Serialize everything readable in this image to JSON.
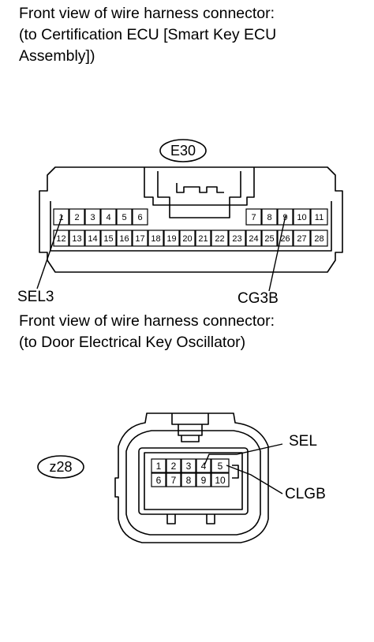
{
  "connector_e30": {
    "caption": [
      "Front view of wire harness connector:",
      "(to Certification ECU [Smart Key ECU",
      "Assembly])"
    ],
    "code": "E30",
    "top_row": [
      "1",
      "2",
      "3",
      "4",
      "5",
      "6",
      "7",
      "8",
      "9",
      "10",
      "11"
    ],
    "bottom_row": [
      "12",
      "13",
      "14",
      "15",
      "16",
      "17",
      "18",
      "19",
      "20",
      "21",
      "22",
      "23",
      "24",
      "25",
      "26",
      "27",
      "28"
    ],
    "callouts": [
      "SEL3",
      "CG3B"
    ]
  },
  "connector_z28": {
    "caption": [
      "Front view of wire harness connector:",
      "(to Door Electrical Key Oscillator)"
    ],
    "code": "z28",
    "top_row": [
      "1",
      "2",
      "3",
      "4",
      "5"
    ],
    "bottom_row": [
      "6",
      "7",
      "8",
      "9",
      "10"
    ],
    "callouts": [
      "SEL",
      "CLGB"
    ]
  }
}
